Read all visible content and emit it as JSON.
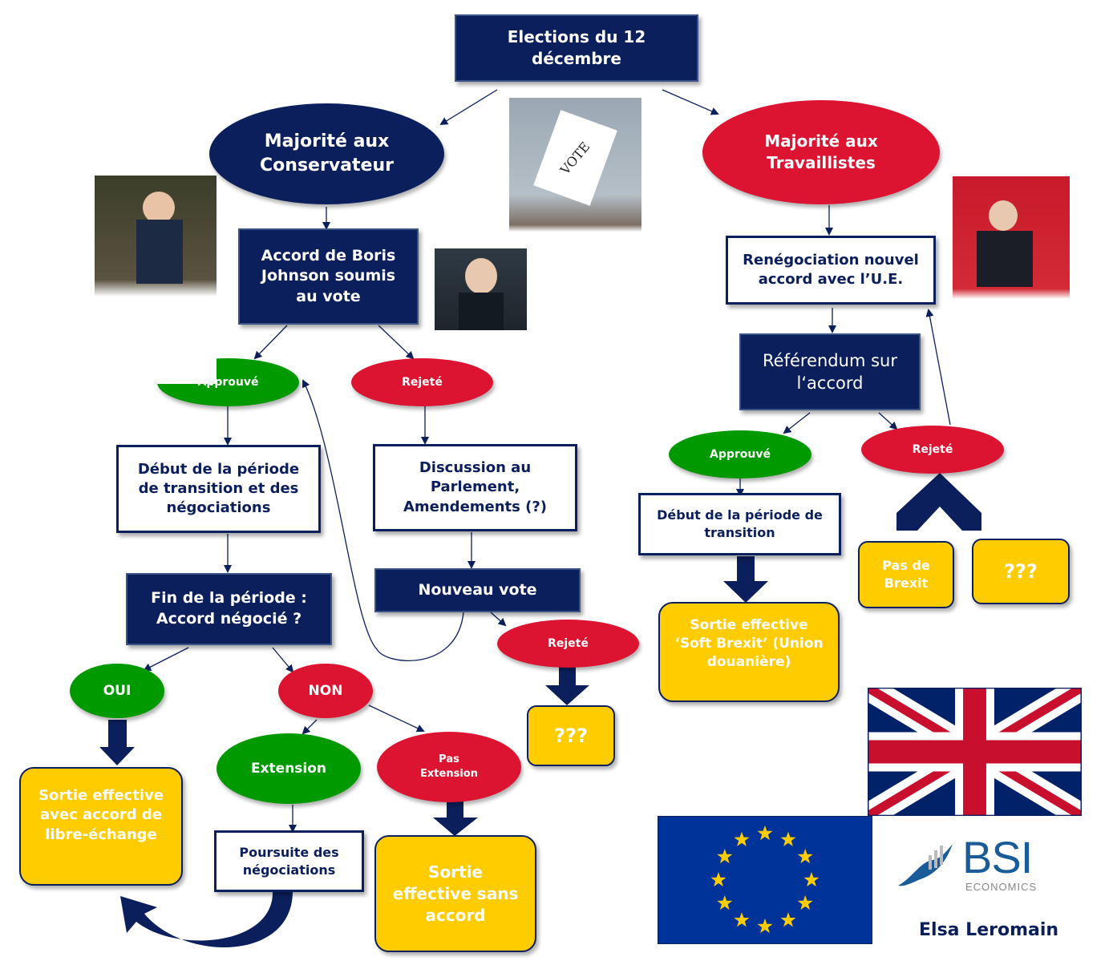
{
  "title": "Elections du 12\ndécembre",
  "left": {
    "party": "Majorité aux\nConservateur",
    "deal_vote": "Accord de Boris\nJohnson soumis\nau vote",
    "approved": "Approuvé",
    "rejected": "Rejeté",
    "transition_start": "Début de la période\nde transition et des\nnégociations",
    "parliament": "Discussion au\nParlement,\nAmendements (?)",
    "new_vote": "Nouveau vote",
    "new_vote_rejected": "Rejeté",
    "unknown": "???",
    "transition_end": "Fin de la période :\nAccord négocié ?",
    "yes": "OUI",
    "no": "NON",
    "extension": "Extension",
    "no_extension": "Pas\nExtension",
    "continue_negotiations": "Poursuite des\nnégociations",
    "exit_fta": "Sortie effective\navec accord de\nlibre-échange",
    "exit_no_deal": "Sortie\neffective  sans\naccord"
  },
  "right": {
    "party": "Majorité aux\nTravaillistes",
    "renegotiation": "Renégociation nouvel\naccord avec l’U.E.",
    "referendum": "Référendum sur\nl‘accord",
    "approved": "Approuvé",
    "rejected": "Rejeté",
    "transition_start": "Début de la période de\ntransition",
    "exit_soft": "Sortie effective\n‘Soft Brexit’ (Union\ndouanière)",
    "no_brexit": "Pas de\nBrexit",
    "unknown": "???"
  },
  "photos": {
    "vote_ballot": "VOTE"
  },
  "logo": {
    "name": "BSI",
    "sub": "ECONOMICS"
  },
  "author": "Elsa Leromain",
  "colors": {
    "navy": "#0b1f5c",
    "green": "#009900",
    "red": "#dc1432",
    "yellow": "#ffcc00",
    "uk_blue": "#012169",
    "uk_red": "#c8102e",
    "eu_blue": "#003399",
    "eu_star": "#ffcc00"
  }
}
